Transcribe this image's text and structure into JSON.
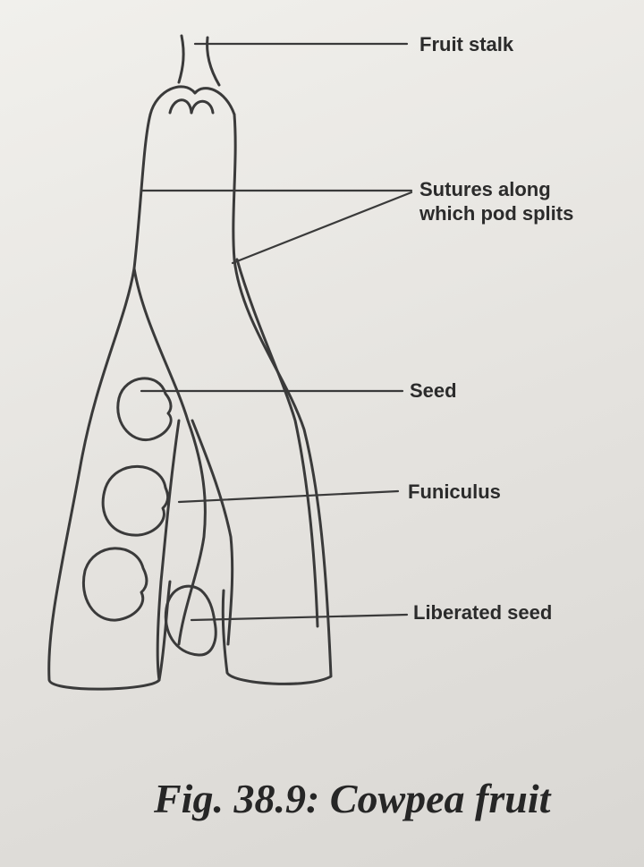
{
  "figure": {
    "caption": "Fig. 38.9: Cowpea fruit",
    "labels": {
      "fruit_stalk": "Fruit stalk",
      "sutures_line1": "Sutures along",
      "sutures_line2": "which pod splits",
      "seed": "Seed",
      "funiculus": "Funiculus",
      "liberated_seed": "Liberated seed"
    }
  }
}
